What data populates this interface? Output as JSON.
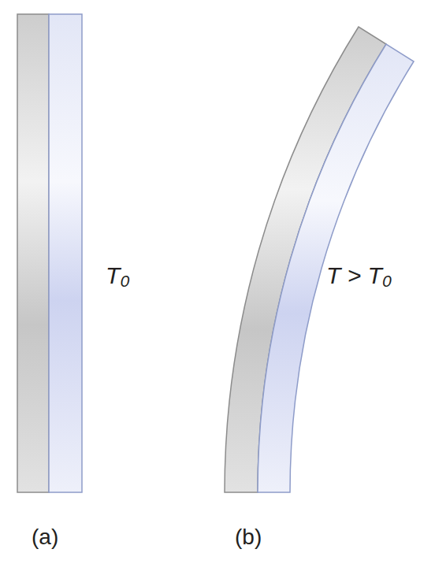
{
  "diagram": {
    "labels": [
      "T₀",
      "T > T₀",
      "(a)",
      "(b)"
    ]
  }
}
